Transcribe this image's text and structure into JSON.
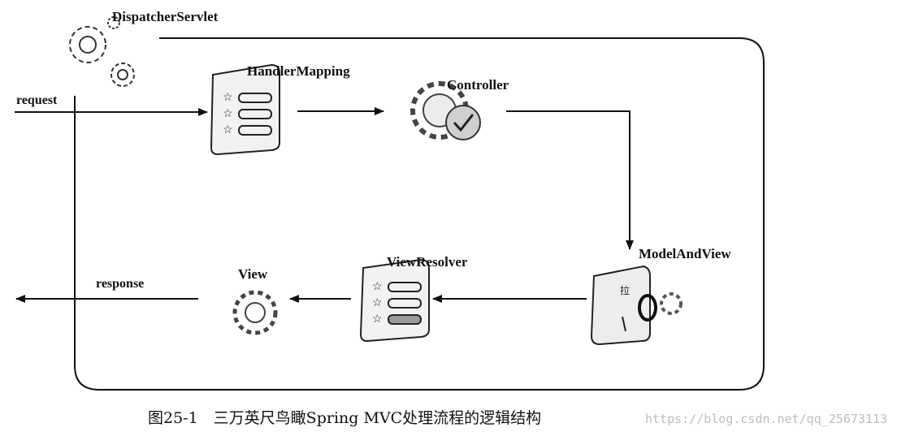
{
  "diagram": {
    "nodes": {
      "dispatcher": "DispatcherServlet",
      "handler_mapping": "HandlerMapping",
      "controller": "Controller",
      "model_and_view": "ModelAndView",
      "view_resolver": "ViewResolver",
      "view": "View"
    },
    "flows": {
      "request": "request",
      "response": "response"
    },
    "icons": {
      "dispatcher": "gears-icon",
      "handler_mapping": "checklist-icon",
      "controller": "gear-check-icon",
      "model_and_view": "document-gear-icon",
      "view_resolver": "checklist-icon",
      "view": "gear-icon"
    }
  },
  "caption": "图25-1　三万英尺鸟瞰Spring MVC处理流程的逻辑结构",
  "watermark": "https://blog.csdn.net/qq_25673113"
}
